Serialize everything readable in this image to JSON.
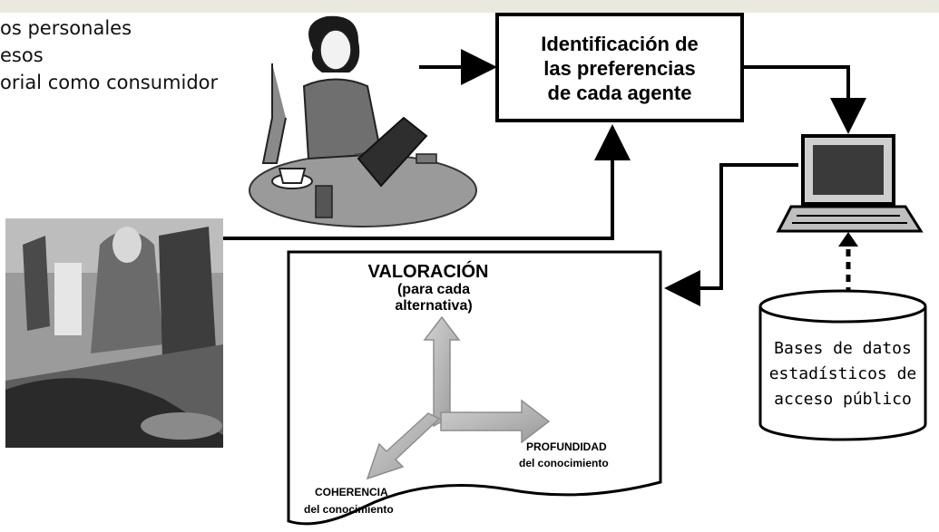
{
  "bullets": [
    "os personales",
    "esos",
    "orial como consumidor"
  ],
  "process_box": {
    "lines": [
      "Identificación de",
      "las preferencias",
      "de cada agente"
    ]
  },
  "valuation_doc": {
    "title": "VALORACIÓN",
    "subtitle_lines": [
      "(para cada",
      "alternativa)"
    ],
    "axis_depth": [
      "PROFUNDIDAD",
      "del conocimiento"
    ],
    "axis_coherence": [
      "COHERENCIA",
      "del conocimiento"
    ]
  },
  "database": {
    "lines": [
      "Bases de datos",
      "estadísticos de",
      "acceso público"
    ]
  },
  "icons": [
    "woman-laptop-illustration",
    "shopping-scene-illustration",
    "computer-icon",
    "database-cylinder-icon"
  ],
  "colors": {
    "line": "#000000",
    "arrow3d": "#b4b4b4",
    "topbar": "#ebe9df"
  }
}
